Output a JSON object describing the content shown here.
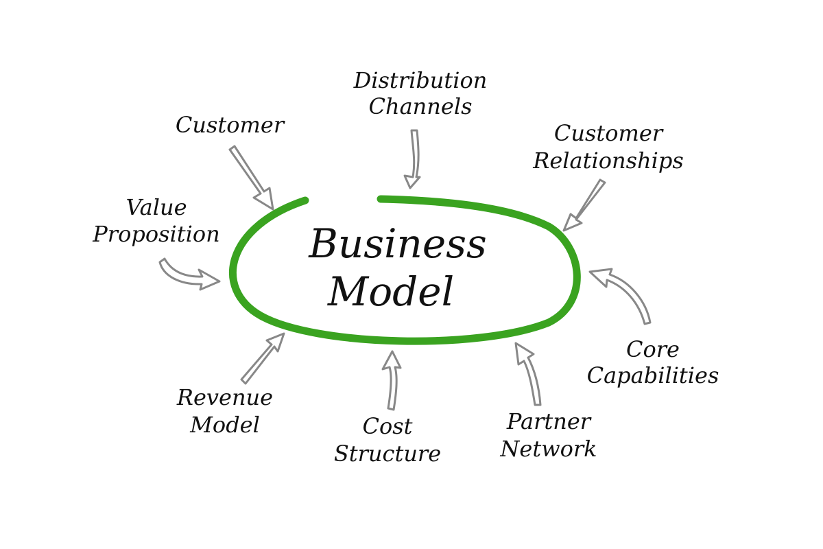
{
  "center": {
    "line1": "Business",
    "line2": "Model",
    "ring_color": "#3aa320"
  },
  "labels": {
    "customer": "Customer",
    "distribution_1": "Distribution",
    "distribution_2": "Channels",
    "relationships_1": "Customer",
    "relationships_2": "Relationships",
    "value_1": "Value",
    "value_2": "Proposition",
    "core_1": "Core",
    "core_2": "Capabilities",
    "revenue_1": "Revenue",
    "revenue_2": "Model",
    "cost_1": "Cost",
    "cost_2": "Structure",
    "partner_1": "Partner",
    "partner_2": "Network"
  },
  "style": {
    "arrow_color": "#888888",
    "text_color": "#111111"
  }
}
